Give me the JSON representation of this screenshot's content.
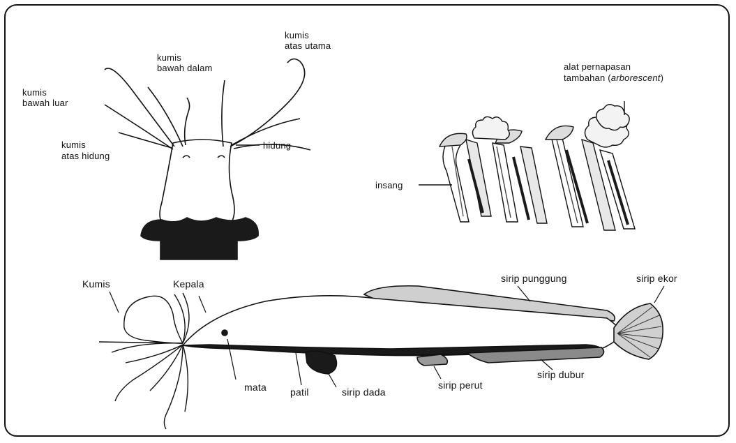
{
  "head_view": {
    "labels": {
      "kumis_atas_utama": [
        "kumis",
        "atas utama"
      ],
      "kumis_bawah_dalam": [
        "kumis",
        "bawah dalam"
      ],
      "kumis_bawah_luar": [
        "kumis",
        "bawah luar"
      ],
      "kumis_atas_hidung": [
        "kumis",
        "atas hidung"
      ],
      "hidung": "hidung"
    }
  },
  "gill_view": {
    "labels": {
      "alat_pernapasan": [
        "alat pernapasan",
        "tambahan (",
        "arborescent",
        ")"
      ],
      "insang": "insang"
    }
  },
  "body_view": {
    "labels": {
      "kumis": "Kumis",
      "kepala": "Kepala",
      "sirip_punggung": "sirip punggung",
      "sirip_ekor": "sirip ekor",
      "mata": "mata",
      "patil": "patil",
      "sirip_dada": "sirip dada",
      "sirip_perut": "sirip perut",
      "sirip_dubur": "sirip dubur"
    }
  },
  "colors": {
    "ink": "#111111",
    "dark_fill": "#1a1a1a",
    "background": "#ffffff"
  }
}
